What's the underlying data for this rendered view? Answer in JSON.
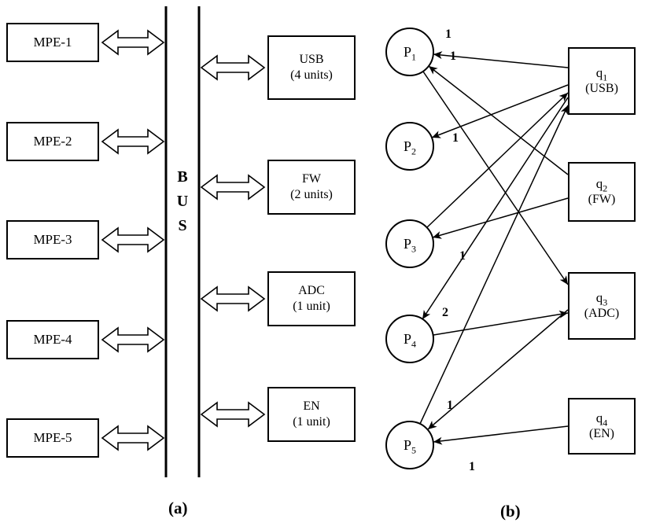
{
  "figure": {
    "caption_a": "(a)",
    "caption_b": "(b)"
  },
  "panel_a": {
    "bus_letters": [
      "B",
      "U",
      "S"
    ],
    "processors": [
      "MPE-1",
      "MPE-2",
      "MPE-3",
      "MPE-4",
      "MPE-5"
    ],
    "devices": [
      {
        "name": "USB",
        "units": "(4 units)"
      },
      {
        "name": "FW",
        "units": "(2 units)"
      },
      {
        "name": "ADC",
        "units": "(1 unit)"
      },
      {
        "name": "EN",
        "units": "(1 unit)"
      }
    ]
  },
  "panel_b": {
    "processes": [
      {
        "base": "P",
        "sub": "1"
      },
      {
        "base": "P",
        "sub": "2"
      },
      {
        "base": "P",
        "sub": "3"
      },
      {
        "base": "P",
        "sub": "4"
      },
      {
        "base": "P",
        "sub": "5"
      }
    ],
    "resources": [
      {
        "base": "q",
        "sub": "1",
        "device": "(USB)"
      },
      {
        "base": "q",
        "sub": "2",
        "device": "(FW)"
      },
      {
        "base": "q",
        "sub": "3",
        "device": "(ADC)"
      },
      {
        "base": "q",
        "sub": "4",
        "device": "(EN)"
      }
    ],
    "edges": [
      {
        "from": "q1",
        "to": "P1",
        "type": "allocation",
        "label": "1"
      },
      {
        "from": "q2",
        "to": "P1",
        "type": "allocation",
        "label": "1"
      },
      {
        "from": "q1",
        "to": "P2",
        "type": "allocation",
        "label": "1"
      },
      {
        "from": "q2",
        "to": "P3",
        "type": "allocation",
        "label": "1"
      },
      {
        "from": "q1",
        "to": "P4",
        "type": "allocation",
        "label": "2"
      },
      {
        "from": "q3",
        "to": "P5",
        "type": "allocation",
        "label": "1"
      },
      {
        "from": "q4",
        "to": "P5",
        "type": "allocation",
        "label": "1"
      },
      {
        "from": "P1",
        "to": "q3",
        "type": "request",
        "label": ""
      },
      {
        "from": "P4",
        "to": "q3",
        "type": "request",
        "label": ""
      },
      {
        "from": "P3",
        "to": "q1",
        "type": "request",
        "label": ""
      },
      {
        "from": "P5",
        "to": "q1",
        "type": "request",
        "label": ""
      }
    ]
  }
}
